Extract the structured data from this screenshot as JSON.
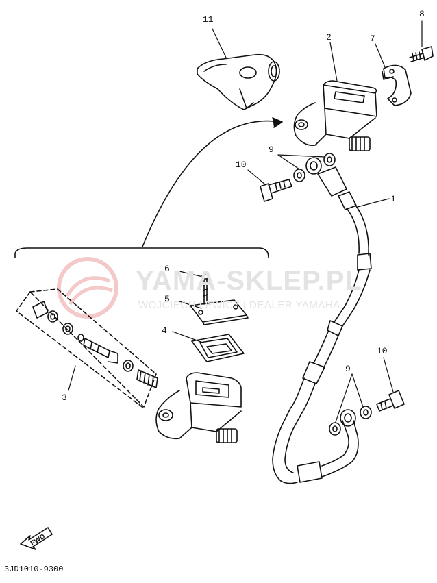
{
  "watermark": {
    "title": "YAMA-SKLEP.PL",
    "subtitle": "WOJCIECH LEWICZ | DEALER YAMAHA"
  },
  "callouts": {
    "c11": "11",
    "c2": "2",
    "c7": "7",
    "c8": "8",
    "c9_top": "9",
    "c10_top": "10",
    "c1": "1",
    "c6": "6",
    "c5": "5",
    "c4": "4",
    "c3": "3",
    "c10_bottom": "10",
    "c9_bottom": "9"
  },
  "direction_label": "FWD",
  "diagram_code": "3JD1010-9300",
  "colors": {
    "line": "#111111",
    "watermark": "#e3e3e3",
    "watermark_logo": "#f4c9c9"
  }
}
